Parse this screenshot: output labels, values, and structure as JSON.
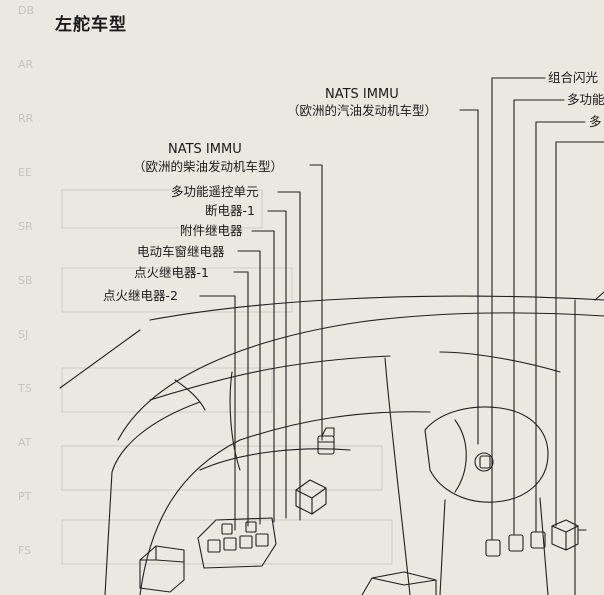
{
  "page_title": "左舵车型",
  "labels": {
    "nats_petrol_title": "NATS IMMU",
    "nats_petrol_sub": "（欧洲的汽油发动机车型）",
    "nats_diesel_title": "NATS IMMU",
    "nats_diesel_sub": "（欧洲的柴油发动机车型）",
    "multi_remote_unit": "多功能遥控单元",
    "breaker_1": "断电器-1",
    "accessory_relay": "附件继电器",
    "power_window_relay": "电动车窗继电器",
    "ignition_relay_1": "点火继电器-1",
    "ignition_relay_2": "点火继电器-2",
    "combo_flasher": "组合闪光",
    "multi_func_a": "多功能",
    "multi_func_b": "多"
  },
  "margin_marks": [
    "DB",
    "AR",
    "RR",
    "EE",
    "SR",
    "SB",
    "SJ",
    "TS",
    "AT",
    "PT",
    "FS"
  ],
  "colors": {
    "paper": "#eae8e1",
    "ink": "#1b1b1b",
    "faint": "#c7c4bc"
  }
}
